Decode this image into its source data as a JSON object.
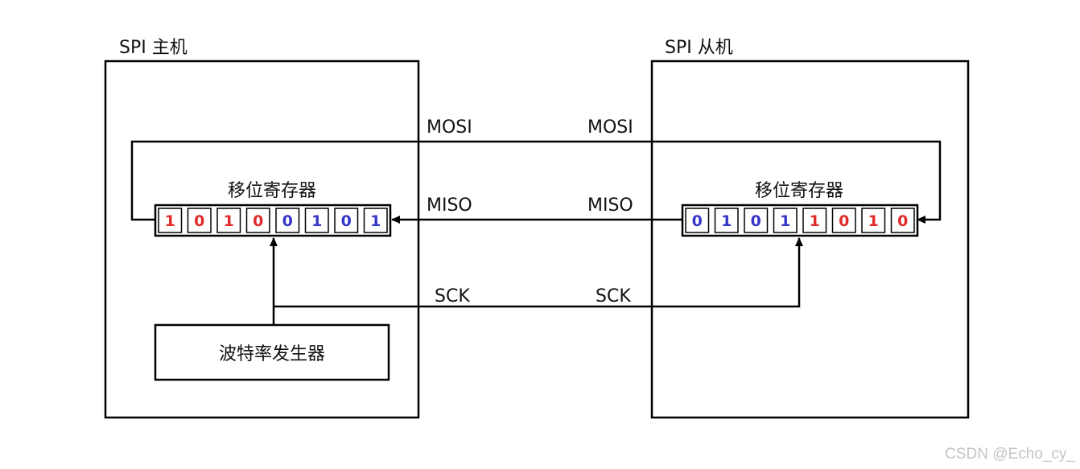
{
  "master": {
    "title": "SPI 主机",
    "register_label": "移位寄存器",
    "register_bits": [
      "1",
      "0",
      "1",
      "0",
      "0",
      "1",
      "0",
      "1"
    ],
    "baud_generator_label": "波特率发生器"
  },
  "slave": {
    "title": "SPI 从机",
    "register_label": "移位寄存器",
    "register_bits": [
      "0",
      "1",
      "0",
      "1",
      "1",
      "0",
      "1",
      "0"
    ]
  },
  "signals": {
    "mosi_master": "MOSI",
    "mosi_slave": "MOSI",
    "miso_master": "MISO",
    "miso_slave": "MISO",
    "sck_master": "SCK",
    "sck_slave": "SCK"
  },
  "colors": {
    "bit_one": "#e02a2a",
    "bit_zero_master": [
      "#e02a2a",
      "#e02a2a",
      "#e02a2a",
      "#e02a2a",
      "#3535c8",
      "#3535c8",
      "#3535c8",
      "#3535c8"
    ],
    "bit_zero_slave": [
      "#3535c8",
      "#3535c8",
      "#3535c8",
      "#3535c8",
      "#e02a2a",
      "#e02a2a",
      "#e02a2a",
      "#e02a2a"
    ],
    "line": "#000000"
  },
  "watermark": "CSDN @Echo_cy_"
}
